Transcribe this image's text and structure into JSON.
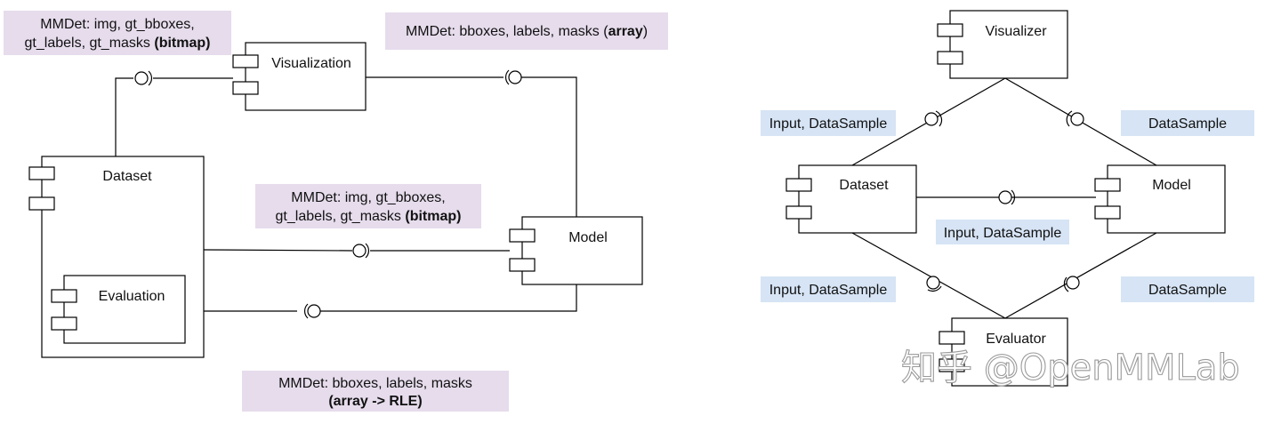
{
  "colors": {
    "note_purple": "#e6dcec",
    "note_blue": "#d6e4f5",
    "line": "#000000"
  },
  "left": {
    "components": {
      "visualization": "Visualization",
      "dataset": "Dataset",
      "evaluation": "Evaluation",
      "model": "Model"
    },
    "notes": {
      "top_left_line1": "MMDet: img, gt_bboxes,",
      "top_left_line2_plain": "gt_labels, gt_masks ",
      "top_left_line2_bold": "(bitmap)",
      "top_right_plain": "MMDet: bboxes, labels, masks (",
      "top_right_bold": "array",
      "top_right_close": ")",
      "middle_line1": "MMDet: img, gt_bboxes,",
      "middle_line2_plain": "gt_labels, gt_masks ",
      "middle_line2_bold": "(bitmap)",
      "bottom_line1": "MMDet: bboxes, labels, masks",
      "bottom_line2_bold": "(array -> RLE)"
    }
  },
  "right": {
    "components": {
      "visualizer": "Visualizer",
      "dataset": "Dataset",
      "model": "Model",
      "evaluator": "Evaluator"
    },
    "notes": {
      "upper_left": "Input, DataSample",
      "upper_right": "DataSample",
      "center": "Input, DataSample",
      "lower_left": "Input, DataSample",
      "lower_right": "DataSample"
    }
  },
  "watermark": "知乎 @OpenMMLab"
}
